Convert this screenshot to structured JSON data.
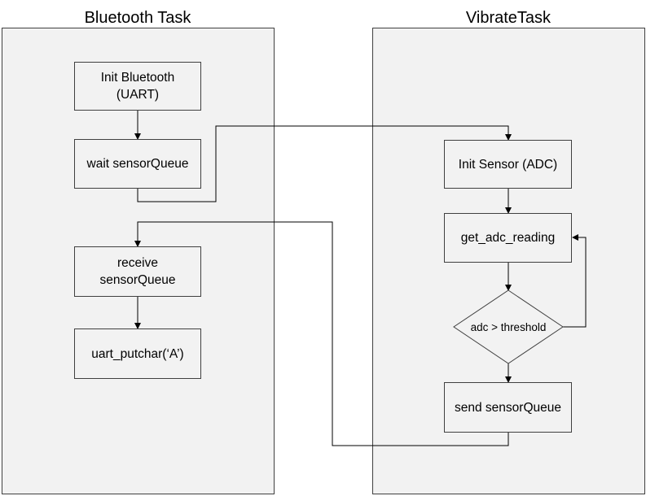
{
  "lanes": {
    "bluetooth": {
      "title": "Bluetooth Task"
    },
    "vibrate": {
      "title": "VibrateTask"
    }
  },
  "nodes": {
    "init_bluetooth": "Init Bluetooth\n(UART)",
    "wait_sensor_queue": "wait sensorQueue",
    "receive_sensor_queue": "receive\nsensorQueue",
    "uart_putchar": "uart_putchar(‘A’)",
    "init_sensor": "Init Sensor (ADC)",
    "get_adc_reading": "get_adc_reading",
    "threshold_decision": "adc > threshold",
    "send_sensor_queue": "send sensorQueue"
  },
  "colors": {
    "lane_fill": "#f2f2f2",
    "box_fill": "#f2f2f2",
    "stroke": "#404040",
    "arrow": "#000000",
    "text": "#000000"
  }
}
